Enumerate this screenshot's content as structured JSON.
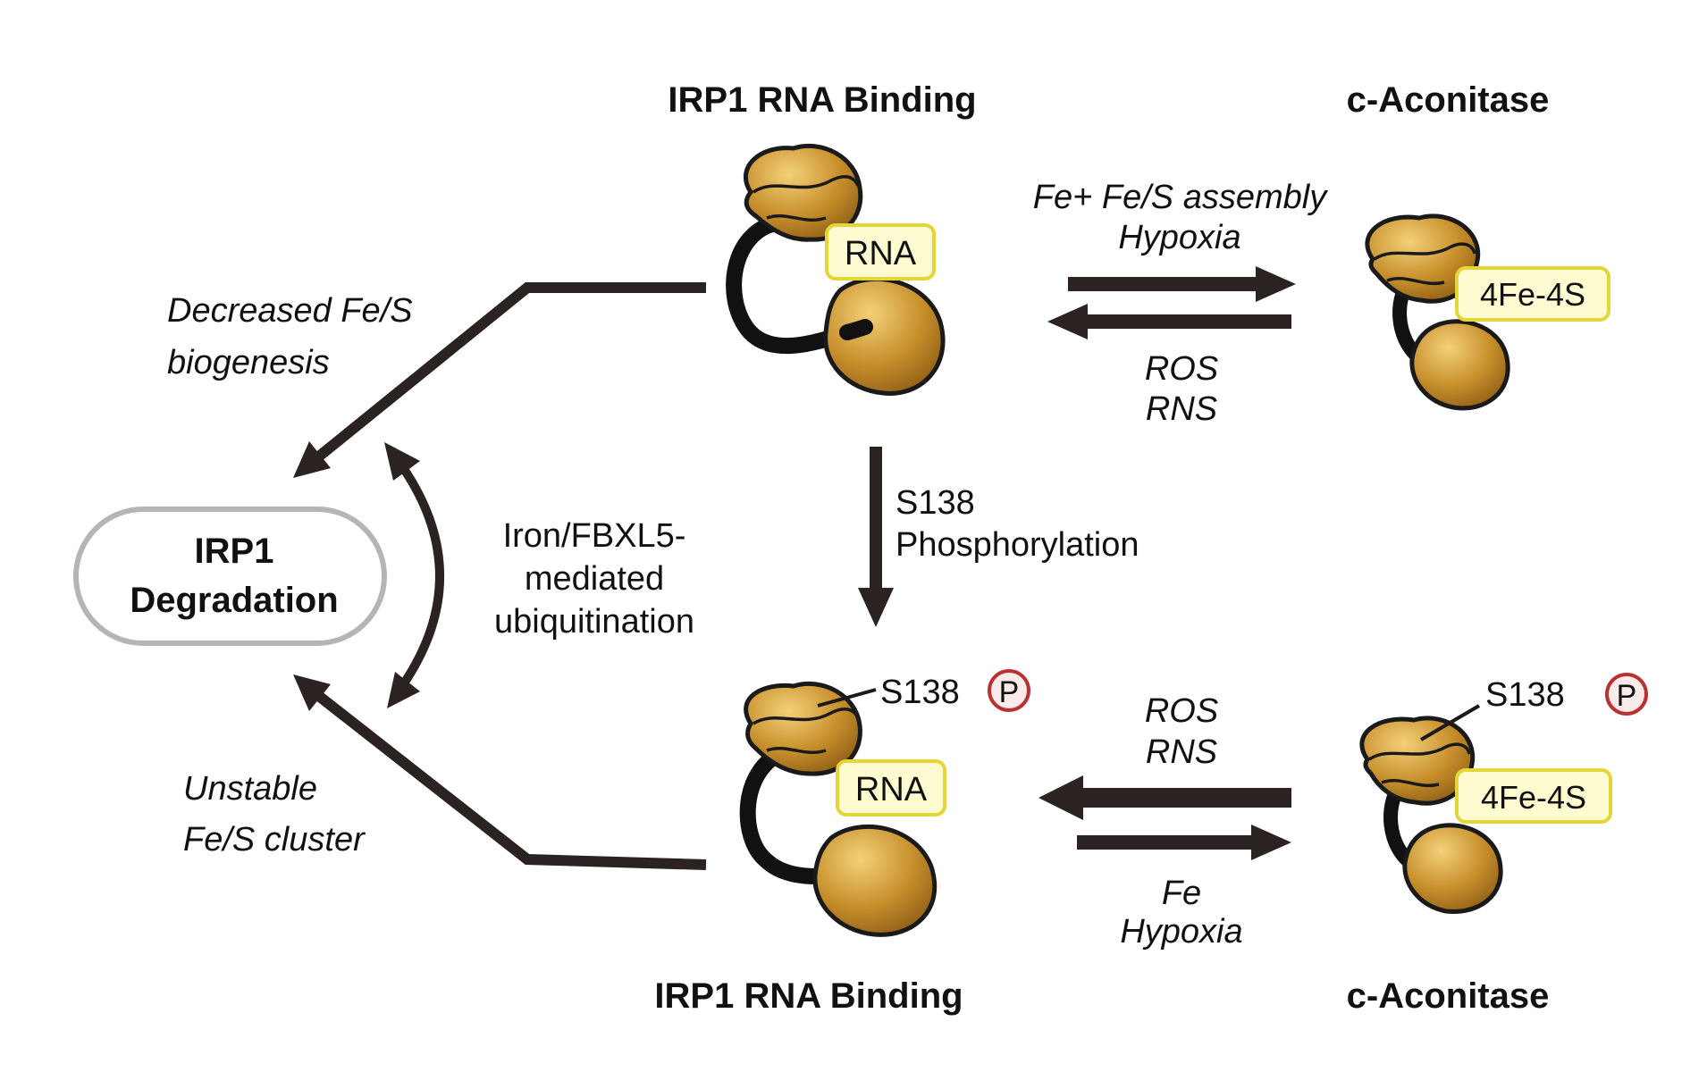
{
  "titles": {
    "top_left": "IRP1 RNA Binding",
    "top_right": "c-Aconitase",
    "bottom_left": "IRP1 RNA Binding",
    "bottom_right": "c-Aconitase"
  },
  "degradation": {
    "line1": "IRP1",
    "line2": "Degradation"
  },
  "tags": {
    "rna_top": "RNA",
    "cluster_top": "4Fe-4S",
    "rna_bottom": "RNA",
    "cluster_bottom": "4Fe-4S"
  },
  "phospho": {
    "site_left": "S138",
    "site_right": "S138",
    "p_left": "P",
    "p_right": "P"
  },
  "arrow_labels": {
    "top_forward_line1": "Fe+ Fe/S assembly",
    "top_forward_line2": "Hypoxia",
    "top_reverse_line1": "ROS",
    "top_reverse_line2": "RNS",
    "bottom_reverse_line1": "ROS",
    "bottom_reverse_line2": "RNS",
    "bottom_forward_line1": "Fe",
    "bottom_forward_line2": "Hypoxia",
    "phosphorylation_line1": "S138",
    "phosphorylation_line2": "Phosphorylation",
    "decreased_line1": "Decreased Fe/S",
    "decreased_line2": "biogenesis",
    "unstable_line1": "Unstable",
    "unstable_line2": "Fe/S cluster",
    "ubiquitination_line1": "Iron/FBXL5-",
    "ubiquitination_line2": "mediated",
    "ubiquitination_line3": "ubiquitination"
  },
  "colors": {
    "protein_highlight": "#f3d07a",
    "protein_base": "#c8902c",
    "protein_shadow": "#8a5a14",
    "tag_fill": "#fffbd0",
    "tag_border": "#e3d53a",
    "phospho_border": "#b83232",
    "phospho_fill": "#fbeaea",
    "degradation_border": "#b5b5b5",
    "arrow": "#2b2222"
  }
}
